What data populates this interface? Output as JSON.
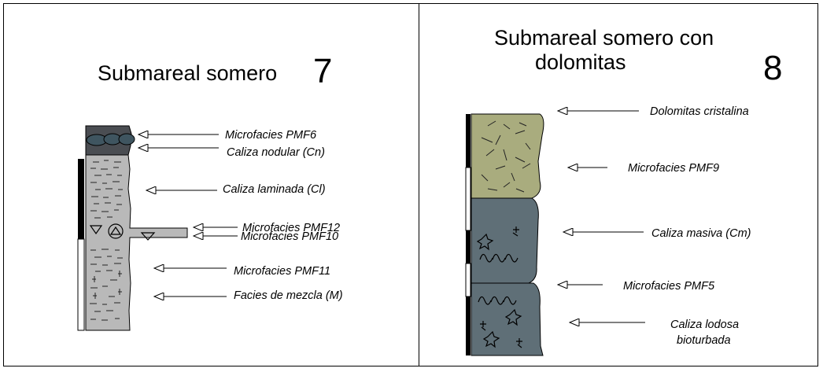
{
  "left": {
    "title": "Submareal somero",
    "number": "7",
    "labels": {
      "pmf6": "Microfacies PMF6",
      "nodular": "Caliza nodular (Cn)",
      "laminada": "Caliza laminada (Cl)",
      "pmf12": "Microfacies PMF12",
      "pmf10": "Microfacies PMF10",
      "pmf11": "Microfacies PMF11",
      "mezcla": "Facies de mezcla (M)"
    }
  },
  "right": {
    "title_line1": "Submareal somero con",
    "title_line2": "dolomitas",
    "number": "8",
    "labels": {
      "dolomitas": "Dolomitas cristalina",
      "pmf9": "Microfacies PMF9",
      "masiva": "Caliza masiva (Cm)",
      "pmf5": "Microfacies PMF5",
      "lodosa_line1": "Caliza lodosa",
      "lodosa_line2": "bioturbada"
    }
  },
  "colors": {
    "dark_cap": "#4a4d52",
    "nodule": "#3f5560",
    "limestone_gray": "#b9b9b9",
    "dolomite_green": "#a9ac7e",
    "massive_blue": "#5f6f77"
  }
}
